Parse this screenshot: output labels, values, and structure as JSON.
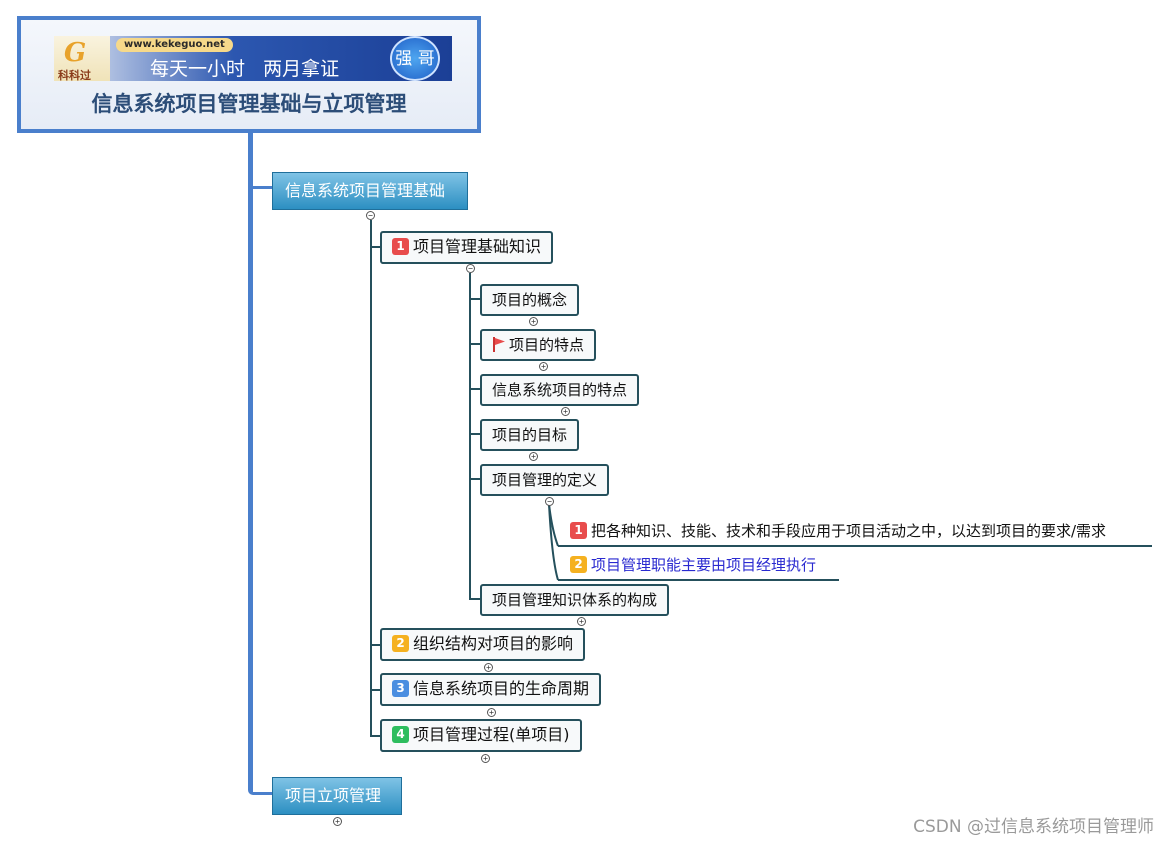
{
  "root": {
    "url": "www.kekeguo.net",
    "logo_text": "科科过",
    "slogan": "每天一小时   两月拿证",
    "badge": "强 哥",
    "title": "信息系统项目管理基础与立项管理"
  },
  "branches": [
    {
      "label": "信息系统项目管理基础",
      "children": [
        {
          "marker": "1",
          "label": "项目管理基础知识",
          "children": [
            {
              "label": "项目的概念"
            },
            {
              "label": "项目的特点",
              "icon": "red-flag-icon"
            },
            {
              "label": "信息系统项目的特点"
            },
            {
              "label": "项目的目标"
            },
            {
              "label": "项目管理的定义",
              "children": [
                {
                  "marker": "1",
                  "label": "把各种知识、技能、技术和手段应用于项目活动之中，以达到项目的要求/需求"
                },
                {
                  "marker": "2",
                  "label": "项目管理职能主要由项目经理执行"
                }
              ]
            },
            {
              "label": "项目管理知识体系的构成"
            }
          ]
        },
        {
          "marker": "2",
          "label": "组织结构对项目的影响"
        },
        {
          "marker": "3",
          "label": "信息系统项目的生命周期"
        },
        {
          "marker": "4",
          "label": "项目管理过程(单项目)"
        }
      ]
    },
    {
      "label": "项目立项管理"
    }
  ],
  "toggles": {
    "expanded": "−",
    "collapsed": "+"
  },
  "watermark": "CSDN @过信息系统项目管理师",
  "colors": {
    "accent": "#4a7fcc",
    "connector": "#25505c",
    "marker_1": "#e84c4c",
    "marker_2": "#f5b120",
    "marker_3": "#4a8ee0",
    "marker_4": "#2dbd5e",
    "highlight_text": "#2a2ad0"
  }
}
